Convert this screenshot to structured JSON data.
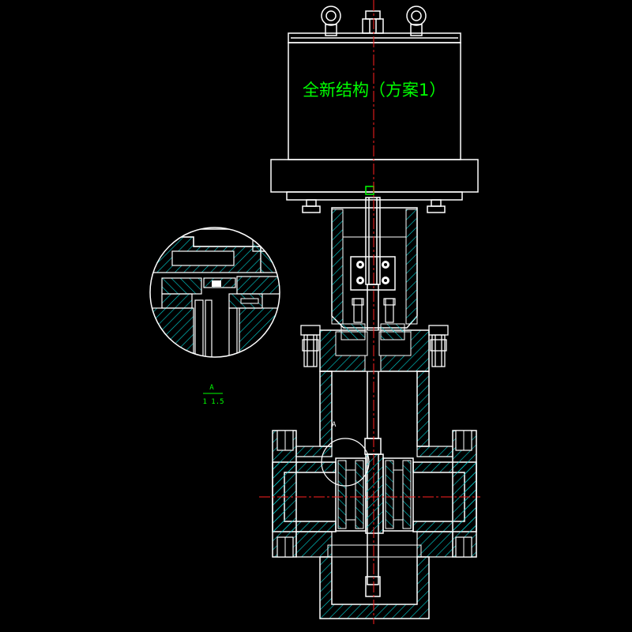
{
  "title": "全新结构（方案1）",
  "detail_marker": "A",
  "detail_callout": {
    "letter": "A",
    "scale": "1 1.5"
  },
  "colors": {
    "background": "#000000",
    "outline": "#ffffff",
    "hatch": "#00c8c8",
    "centerline": "#ff2020",
    "annotation": "#00ff00",
    "bolt": "#ffff66"
  }
}
